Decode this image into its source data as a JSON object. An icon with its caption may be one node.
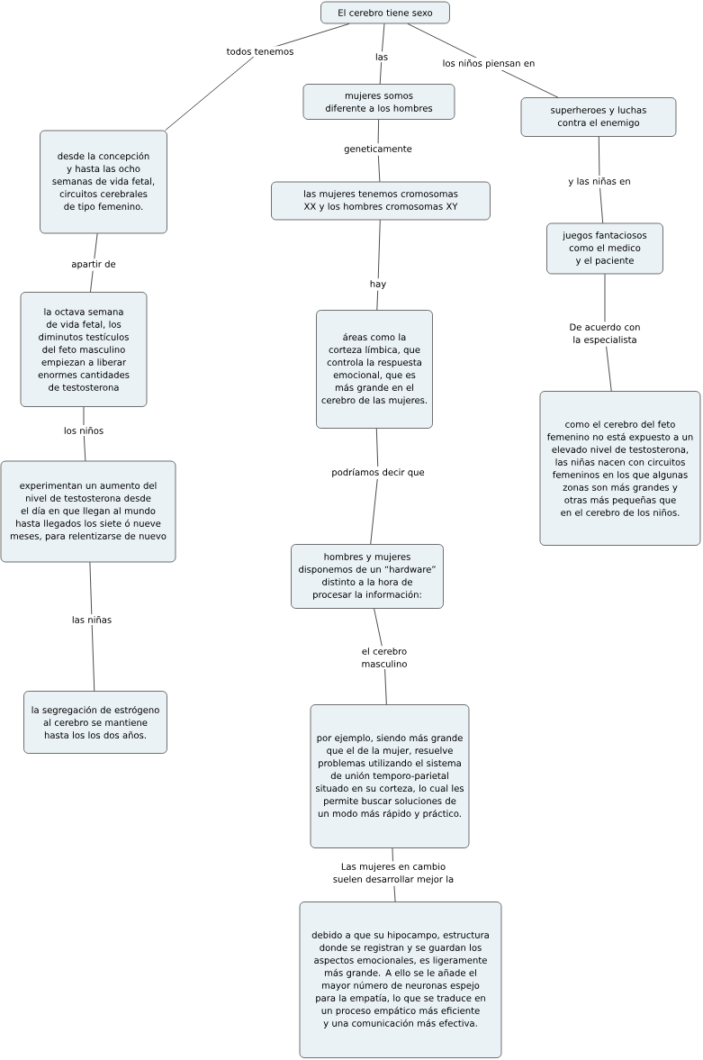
{
  "diagram": {
    "nodes": [
      {
        "text": [
          "El cerebro tiene sexo"
        ]
      },
      {
        "text": [
          "mujeres somos diferente a los hombres"
        ]
      },
      {
        "text": [
          "superheroes y luchas contra el enemigo"
        ]
      },
      {
        "text": [
          "desde la concepción y hasta las ocho semanas de vida fetal, circuitos cerebrales de tipo femenino."
        ]
      },
      {
        "text": [
          "las mujeres tenemos cromosomas XX y los hombres cromosomas XY"
        ]
      },
      {
        "text": [
          "juegos fantaciosos como el medico y el paciente"
        ]
      },
      {
        "text": [
          "la octava semana de vida fetal, los diminutos testículos del feto masculino empiezan a liberar enormes cantidades de testosterona"
        ]
      },
      {
        "text": [
          "áreas como la corteza límbica, que controla la respuesta emocional, que es más grande en el cerebro de las mujeres."
        ]
      },
      {
        "text": [
          "como el cerebro del feto femenino no está expuesto a un elevado nivel de testosterona, las niñas nacen con circuitos femeninos en los que algunas zonas son más grandes y otras más pequeñas que en el cerebro de los niños."
        ]
      },
      {
        "text": [
          "experimentan un aumento del nivel de testosterona desde el día en que llegan al mundo hasta llegados los siete ó nueve meses, para relentizarse de nuevo"
        ]
      },
      {
        "text": [
          "hombres y mujeres disponemos de un “hardware” distinto a la hora de procesar la información:"
        ]
      },
      {
        "text": [
          "la segregación de estrógeno al cerebro se mantiene hasta los los dos años."
        ]
      },
      {
        "text": [
          "por ejemplo, siendo más grande que el de la mujer, resuelve problemas utilizando el sistema de unión temporo-parietal situado en su corteza, lo cual les permite buscar soluciones de un modo más rápido y práctico."
        ]
      },
      {
        "text": [
          "debido a que su hipocampo, estructura donde se registran y se guardan los aspectos emocionales, es ligeramente más grande. A ello se le añade el mayor número de neuronas espejo para la empatía, lo que se traduce en un proceso empático más eficiente y una comunicación más efectiva."
        ]
      }
    ],
    "edges": [
      {
        "from": 0,
        "to": 3,
        "arrow": "none",
        "label": "todos tenemos"
      },
      {
        "from": 0,
        "to": 1,
        "arrow": "none",
        "label": "las"
      },
      {
        "from": 0,
        "to": 2,
        "arrow": "none",
        "label": "los niños piensan en"
      },
      {
        "from": 1,
        "to": 4,
        "arrow": "none",
        "label": "geneticamente"
      },
      {
        "from": 4,
        "to": 7,
        "arrow": "none",
        "label": "hay"
      },
      {
        "from": 2,
        "to": 5,
        "arrow": "none",
        "label": "y las niñas en"
      },
      {
        "from": 5,
        "to": 8,
        "arrow": "none",
        "label": "De acuerdo con la especialista"
      },
      {
        "from": 3,
        "to": 6,
        "arrow": "none",
        "label": "apartir de"
      },
      {
        "from": 6,
        "to": 9,
        "arrow": "none",
        "label": "los niños"
      },
      {
        "from": 9,
        "to": 11,
        "arrow": "none",
        "label": "las niñas"
      },
      {
        "from": 7,
        "to": 10,
        "arrow": "none",
        "label": "podríamos decir que"
      },
      {
        "from": 10,
        "to": 12,
        "arrow": "none",
        "label": "el cerebro masculino"
      },
      {
        "from": 12,
        "to": 13,
        "arrow": "none",
        "label": "Las mujeres en cambio suelen desarrollar mejor la"
      }
    ]
  }
}
